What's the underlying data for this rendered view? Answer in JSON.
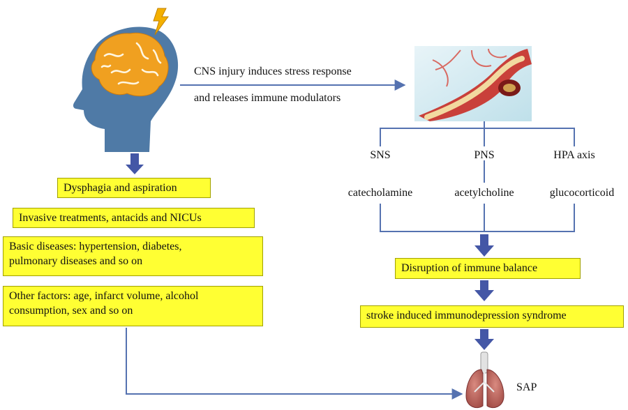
{
  "stress_response": {
    "line1": "CNS injury induces stress response",
    "line2": "and releases immune modulators"
  },
  "pathways": [
    {
      "name": "SNS",
      "mediator": "catecholamine"
    },
    {
      "name": "PNS",
      "mediator": "acetylcholine"
    },
    {
      "name": "HPA axis",
      "mediator": "glucocorticoid"
    }
  ],
  "left_boxes": {
    "dysphagia": "Dysphagia and aspiration",
    "invasive": "Invasive treatments, antacids and NICUs",
    "basic_line1": "Basic diseases: hypertension, diabetes,",
    "basic_line2": "pulmonary diseases and so on",
    "other_line1": "Other factors: age, infarct volume, alcohol",
    "other_line2": "consumption, sex and so on"
  },
  "right_boxes": {
    "disruption": "Disruption of immune balance",
    "sids": "stroke induced immunodepression syndrome"
  },
  "outcome": {
    "label": "SAP"
  },
  "colors": {
    "box_fill": "#ffff33",
    "line": "#5572b0",
    "arrow": "#4457a6",
    "head": "#4f7aa6",
    "brain": "#f0a020",
    "lightning": "#f4b000"
  },
  "icons": [
    "head-with-brain-icon",
    "lightning-icon",
    "artery-plaque-icon",
    "lungs-icon"
  ]
}
